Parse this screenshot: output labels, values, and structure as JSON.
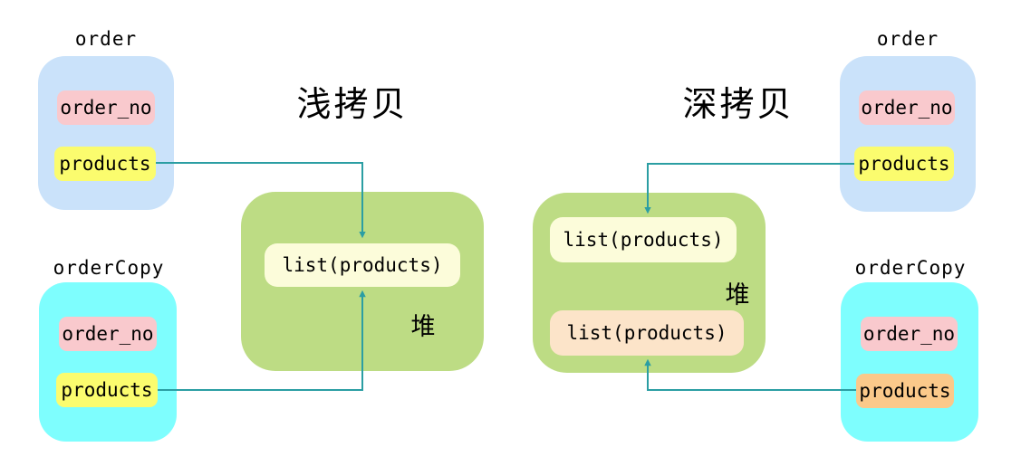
{
  "diagram": {
    "shallow": {
      "title": "浅拷贝",
      "order": {
        "name": "order",
        "fields": [
          "order_no",
          "products"
        ]
      },
      "orderCopy": {
        "name": "orderCopy",
        "fields": [
          "order_no",
          "products"
        ]
      },
      "heap": {
        "label": "堆",
        "items": [
          "list(products)"
        ]
      }
    },
    "deep": {
      "title": "深拷贝",
      "order": {
        "name": "order",
        "fields": [
          "order_no",
          "products"
        ]
      },
      "orderCopy": {
        "name": "orderCopy",
        "fields": [
          "order_no",
          "products"
        ]
      },
      "heap": {
        "label": "堆",
        "items": [
          "list(products)",
          "list(products)"
        ]
      }
    },
    "colors": {
      "order_fill": "#CAE2FA",
      "order_copy_fill": "#7EFEFE",
      "field_pink": "#F9C9CD",
      "field_yellow": "#FBFC6E",
      "field_orange": "#FBC98A",
      "heap_fill": "#BDDC84",
      "heap_item_cream": "#FCFCDA",
      "heap_item_peach": "#FCE4C9",
      "connector": "#2B9EA3",
      "text": "#000000"
    }
  }
}
